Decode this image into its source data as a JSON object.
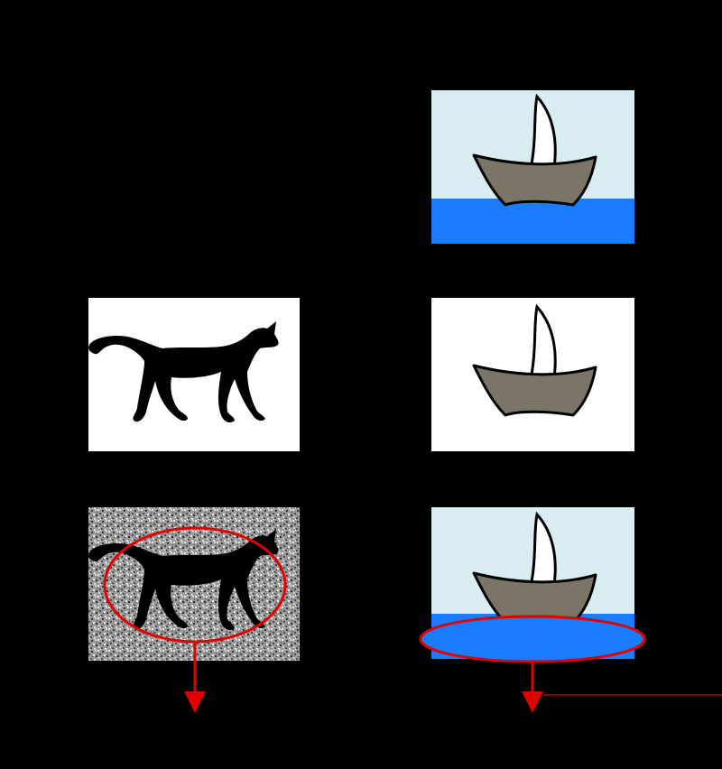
{
  "colors": {
    "background": "#000000",
    "panel_white": "#ffffff",
    "sky": "#d9ecf2",
    "water": "#1a7cff",
    "boat_hull": "#7a7566",
    "sail": "#ffffff",
    "outline": "#000000",
    "highlight": "#e00000",
    "noise_light": "#d6d6d6",
    "noise_dark": "#3a3a3a"
  },
  "panels": [
    {
      "id": "boat-with-background",
      "content": "boat",
      "background": "sky-water"
    },
    {
      "id": "cat-clean",
      "content": "cat",
      "background": "white"
    },
    {
      "id": "boat-no-background",
      "content": "boat",
      "background": "white"
    },
    {
      "id": "cat-noisy",
      "content": "cat",
      "background": "noise",
      "highlight": "ellipse-around-cat"
    },
    {
      "id": "boat-highlighted-water",
      "content": "boat",
      "background": "sky-water",
      "highlight": "ellipse-around-water"
    }
  ],
  "arrows": [
    {
      "id": "cat-arrow",
      "direction": "down",
      "color": "#e00000"
    },
    {
      "id": "boat-arrow",
      "direction": "down",
      "color": "#e00000"
    }
  ],
  "icons": [
    "cat-silhouette-icon",
    "sailboat-icon",
    "down-arrow-icon"
  ]
}
